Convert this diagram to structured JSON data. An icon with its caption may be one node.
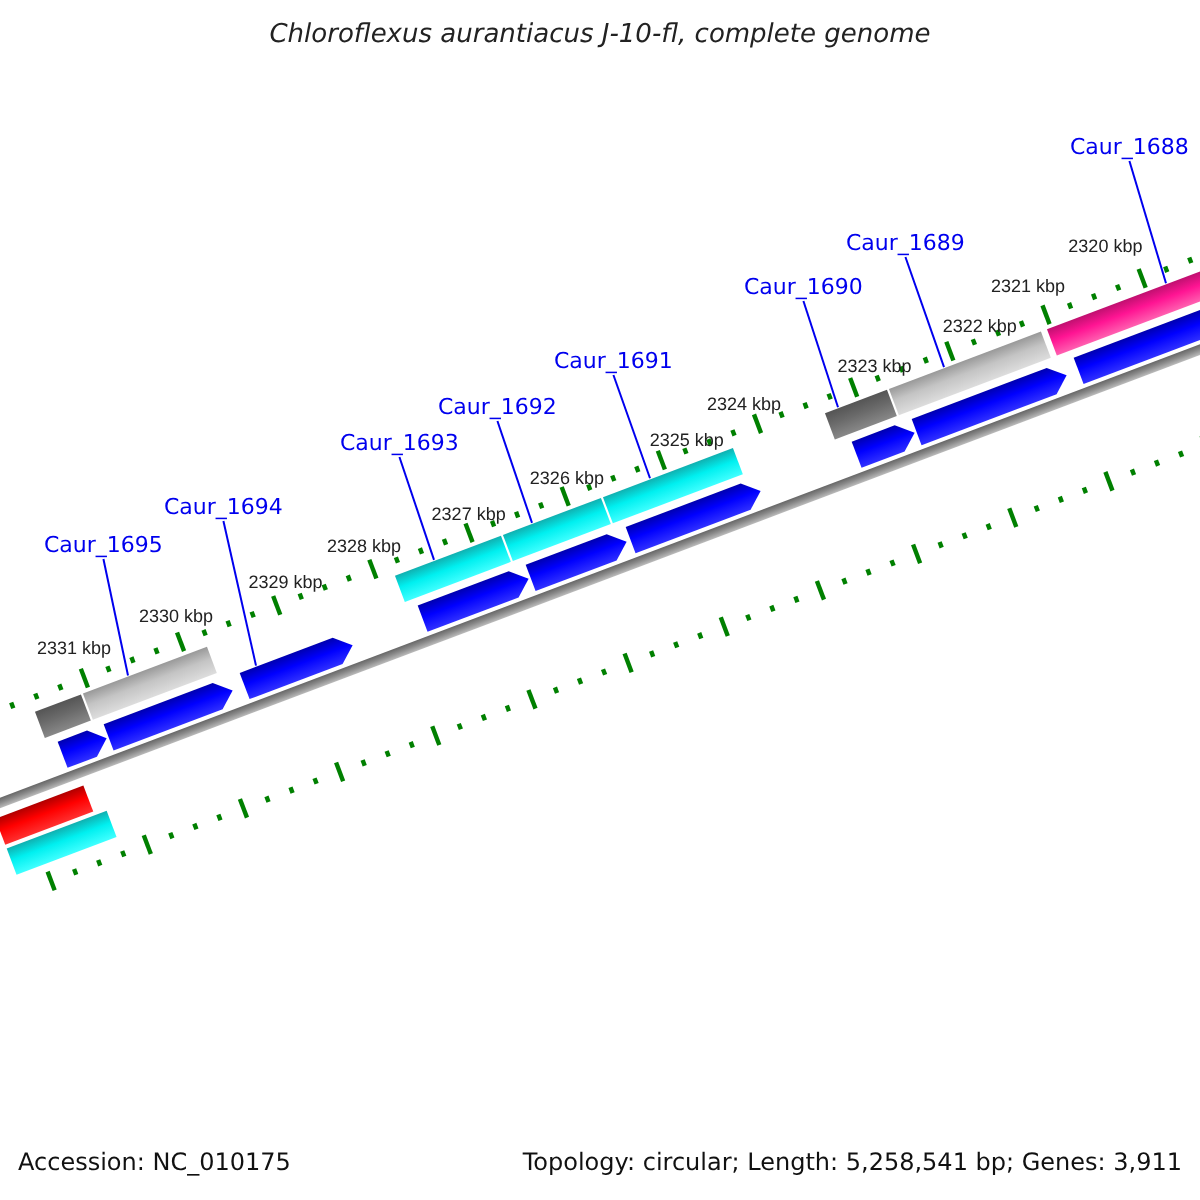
{
  "diagram": {
    "title": "Chloroflexus aurantiacus J-10-fl, complete genome",
    "nodes": [
      {
        "text": [
          "Caur_1688"
        ]
      },
      {
        "text": [
          "Caur_1689"
        ]
      },
      {
        "text": [
          "Caur_1690"
        ]
      },
      {
        "text": [
          "Caur_1691"
        ]
      },
      {
        "text": [
          "Caur_1692"
        ]
      },
      {
        "text": [
          "Caur_1693"
        ]
      },
      {
        "text": [
          "Caur_1694"
        ]
      },
      {
        "text": [
          "Caur_1695"
        ]
      },
      {
        "text": [],
        "shape": "bar"
      },
      {
        "text": [],
        "shape": "bar"
      },
      {
        "text": [],
        "shape": "bar"
      },
      {
        "text": [],
        "shape": "pentagon"
      },
      {
        "text": [],
        "shape": "bar"
      },
      {
        "text": [],
        "shape": "pentagon"
      },
      {
        "text": [],
        "shape": "pentagon"
      },
      {
        "text": [],
        "shape": "bar"
      },
      {
        "text": [],
        "shape": "pentagon"
      },
      {
        "text": [],
        "shape": "bar"
      },
      {
        "text": [],
        "shape": "pentagon"
      },
      {
        "text": [],
        "shape": "bar"
      },
      {
        "text": [],
        "shape": "pentagon"
      },
      {
        "text": [],
        "shape": "bar"
      },
      {
        "text": [],
        "shape": "pentagon"
      },
      {
        "text": [],
        "shape": "bar"
      },
      {
        "text": [],
        "shape": "pentagon"
      },
      {
        "text": [],
        "shape": "bar"
      },
      {
        "text": [],
        "shape": "pentagon"
      }
    ],
    "edges": [
      {
        "from": 0,
        "to": 25,
        "arrow": "none"
      },
      {
        "from": 1,
        "to": 23,
        "arrow": "none"
      },
      {
        "from": 2,
        "to": 21,
        "arrow": "none"
      },
      {
        "from": 3,
        "to": 19,
        "arrow": "none"
      },
      {
        "from": 4,
        "to": 17,
        "arrow": "none"
      },
      {
        "from": 5,
        "to": 15,
        "arrow": "none"
      },
      {
        "from": 6,
        "to": 14,
        "arrow": "none"
      },
      {
        "from": 7,
        "to": 12,
        "arrow": "none"
      }
    ],
    "labels": [
      "2320 kbp",
      "2321 kbp",
      "2322 kbp",
      "2323 kbp",
      "2324 kbp",
      "2325 kbp",
      "2326 kbp",
      "2327 kbp",
      "2328 kbp",
      "2329 kbp",
      "2330 kbp",
      "2331 kbp",
      "Accession: NC_010175",
      "Topology: circular; Length: 5,258,541 bp; Genes: 3,911"
    ]
  }
}
